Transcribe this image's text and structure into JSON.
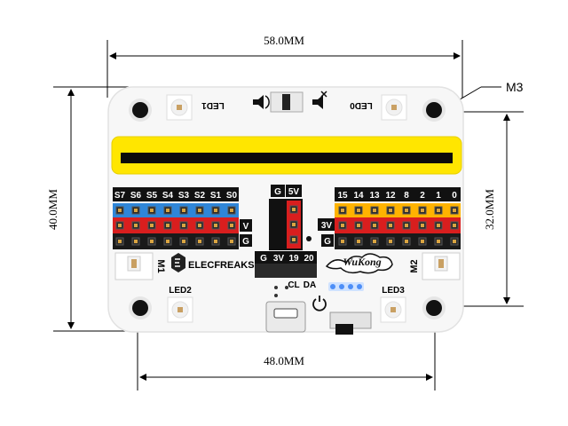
{
  "dimensions": {
    "top_width": "58.0MM",
    "bottom_width": "48.0MM",
    "left_height": "40.0MM",
    "right_height": "32.0MM",
    "hole_callout": "M3"
  },
  "board": {
    "led_labels": {
      "led0": "LED0",
      "led1": "LED1",
      "led2": "LED2",
      "led3": "LED3"
    },
    "motor_labels": {
      "m1": "M1",
      "m2": "M2"
    },
    "servo_pins": [
      "S7",
      "S6",
      "S5",
      "S4",
      "S3",
      "S2",
      "S1",
      "S0"
    ],
    "digital_pins": [
      "15",
      "14",
      "13",
      "12",
      "8",
      "2",
      "1",
      "0"
    ],
    "side_labels": {
      "v": "V",
      "g_left": "G",
      "g_top": "G",
      "five_v": "5V",
      "three_v_right": "3V",
      "g_right": "G"
    },
    "i2c_header": [
      "G",
      "3V",
      "19",
      "20"
    ],
    "i2c_sub": [
      "CL",
      "DA"
    ],
    "brand": "ELECFREAKS",
    "logo": "WuKong",
    "colors": {
      "board": "#f6f6f6",
      "yellow_strip": "#ffe600",
      "blue_row": "#2f86d8",
      "red_row": "#d91e1e",
      "orange_row": "#ffb300",
      "black": "#111111"
    }
  }
}
